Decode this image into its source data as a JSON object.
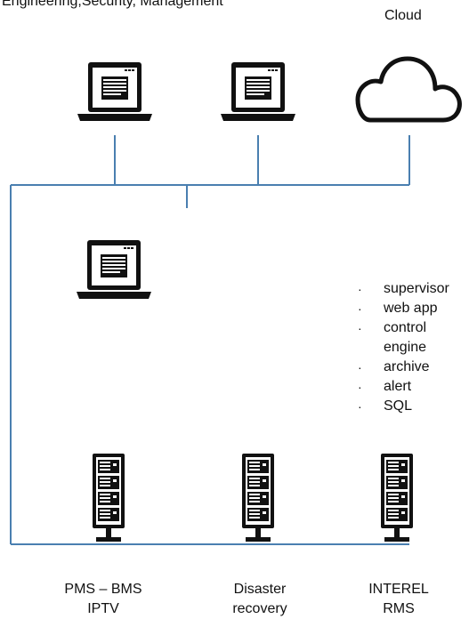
{
  "labels": {
    "top": "Engineering,Security, Management",
    "cloud": "Cloud"
  },
  "features": [
    "supervisor",
    "web app",
    "control",
    "engine",
    "archive",
    "alert",
    "SQL"
  ],
  "feature_bullets": [
    true,
    true,
    true,
    false,
    true,
    true,
    true
  ],
  "bullet_char": "·",
  "servers": [
    {
      "line1": "PMS – BMS",
      "line2": "IPTV"
    },
    {
      "line1": "Disaster",
      "line2": "recovery"
    },
    {
      "line1": "INTEREL",
      "line2": "RMS"
    }
  ],
  "colors": {
    "line": "#4a7fb0",
    "icon": "#111111"
  },
  "icons": [
    "laptop-icon",
    "cloud-icon",
    "server-icon"
  ]
}
